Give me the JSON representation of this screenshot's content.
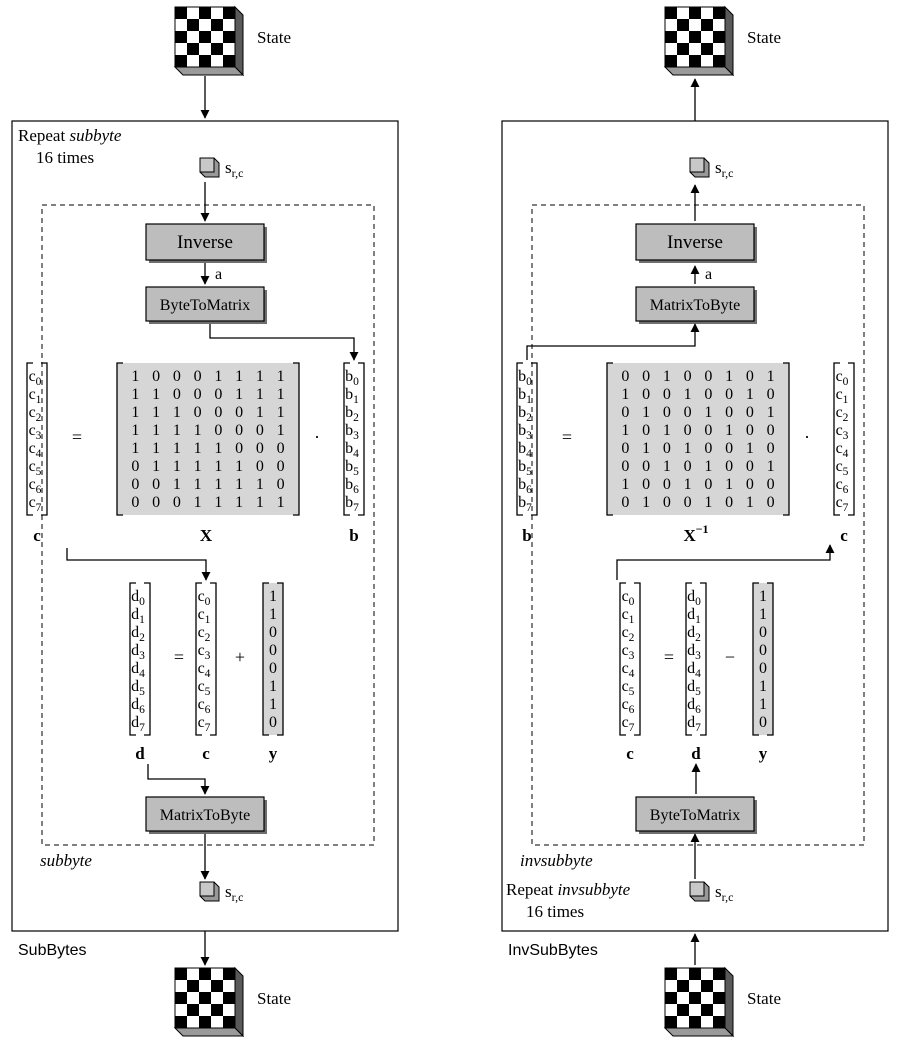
{
  "left": {
    "state_top_label": "State",
    "state_bottom_label": "State",
    "frame_title_prefix": "Repeat ",
    "frame_title_italic": "subbyte",
    "frame_title_line2": "16 times",
    "byte_label": "s",
    "byte_subscript": "r,c",
    "byte_bottom_label": "s",
    "byte_bottom_subscript": "r,c",
    "box1": "Inverse",
    "arrow_label": "a",
    "box2": "ByteToMatrix",
    "box3": "MatrixToByte",
    "inner_label": "subbyte",
    "outer_label": "SubBytes",
    "eq1_lhs": [
      "c0",
      "c1",
      "c2",
      "c3",
      "c4",
      "c5",
      "c6",
      "c7"
    ],
    "eq1_matrix": [
      [
        "1",
        "0",
        "0",
        "0",
        "1",
        "1",
        "1",
        "1"
      ],
      [
        "1",
        "1",
        "0",
        "0",
        "0",
        "1",
        "1",
        "1"
      ],
      [
        "1",
        "1",
        "1",
        "0",
        "0",
        "0",
        "1",
        "1"
      ],
      [
        "1",
        "1",
        "1",
        "1",
        "0",
        "0",
        "0",
        "1"
      ],
      [
        "1",
        "1",
        "1",
        "1",
        "1",
        "0",
        "0",
        "0"
      ],
      [
        "0",
        "1",
        "1",
        "1",
        "1",
        "1",
        "0",
        "0"
      ],
      [
        "0",
        "0",
        "1",
        "1",
        "1",
        "1",
        "1",
        "0"
      ],
      [
        "0",
        "0",
        "0",
        "1",
        "1",
        "1",
        "1",
        "1"
      ]
    ],
    "eq1_rhs": [
      "b0",
      "b1",
      "b2",
      "b3",
      "b4",
      "b5",
      "b6",
      "b7"
    ],
    "eq1_labels": {
      "lhs": "c",
      "matrix": "X",
      "rhs": "b"
    },
    "eq1_ops": {
      "equals": "=",
      "dot": "·"
    },
    "eq2_lhs": [
      "d0",
      "d1",
      "d2",
      "d3",
      "d4",
      "d5",
      "d6",
      "d7"
    ],
    "eq2_mid": [
      "c0",
      "c1",
      "c2",
      "c3",
      "c4",
      "c5",
      "c6",
      "c7"
    ],
    "eq2_vec": [
      "1",
      "1",
      "0",
      "0",
      "0",
      "1",
      "1",
      "0"
    ],
    "eq2_labels": {
      "lhs": "d",
      "mid": "c",
      "vec": "y"
    },
    "eq2_ops": {
      "equals": "=",
      "op": "+"
    }
  },
  "right": {
    "state_top_label": "State",
    "state_bottom_label": "State",
    "frame_title_prefix": "Repeat ",
    "frame_title_italic": "invsubbyte",
    "frame_title_line2": "16 times",
    "byte_label": "s",
    "byte_subscript": "r,c",
    "byte_bottom_label": "s",
    "byte_bottom_subscript": "r,c",
    "box1": "Inverse",
    "arrow_label": "a",
    "box2": "MatrixToByte",
    "box3": "ByteToMatrix",
    "inner_label": "invsubbyte",
    "outer_label": "InvSubBytes",
    "eq1_lhs": [
      "b0",
      "b1",
      "b2",
      "b3",
      "b4",
      "b5",
      "b6",
      "b7"
    ],
    "eq1_matrix": [
      [
        "0",
        "0",
        "1",
        "0",
        "0",
        "1",
        "0",
        "1"
      ],
      [
        "1",
        "0",
        "0",
        "1",
        "0",
        "0",
        "1",
        "0"
      ],
      [
        "0",
        "1",
        "0",
        "0",
        "1",
        "0",
        "0",
        "1"
      ],
      [
        "1",
        "0",
        "1",
        "0",
        "0",
        "1",
        "0",
        "0"
      ],
      [
        "0",
        "1",
        "0",
        "1",
        "0",
        "0",
        "1",
        "0"
      ],
      [
        "0",
        "0",
        "1",
        "0",
        "1",
        "0",
        "0",
        "1"
      ],
      [
        "1",
        "0",
        "0",
        "1",
        "0",
        "1",
        "0",
        "0"
      ],
      [
        "0",
        "1",
        "0",
        "0",
        "1",
        "0",
        "1",
        "0"
      ]
    ],
    "eq1_rhs": [
      "c0",
      "c1",
      "c2",
      "c3",
      "c4",
      "c5",
      "c6",
      "c7"
    ],
    "eq1_labels": {
      "lhs": "b",
      "matrix": "X",
      "matrix_sup": "−1",
      "rhs": "c"
    },
    "eq1_ops": {
      "equals": "=",
      "dot": "·"
    },
    "eq2_lhs": [
      "c0",
      "c1",
      "c2",
      "c3",
      "c4",
      "c5",
      "c6",
      "c7"
    ],
    "eq2_mid": [
      "d0",
      "d1",
      "d2",
      "d3",
      "d4",
      "d5",
      "d6",
      "d7"
    ],
    "eq2_vec": [
      "1",
      "1",
      "0",
      "0",
      "0",
      "1",
      "1",
      "0"
    ],
    "eq2_labels": {
      "lhs": "c",
      "mid": "d",
      "vec": "y"
    },
    "eq2_ops": {
      "equals": "=",
      "op": "−"
    }
  },
  "colors": {
    "box_fill": "#bdbdbd",
    "matrix_fill": "#d6d6d6",
    "line": "#000000"
  }
}
